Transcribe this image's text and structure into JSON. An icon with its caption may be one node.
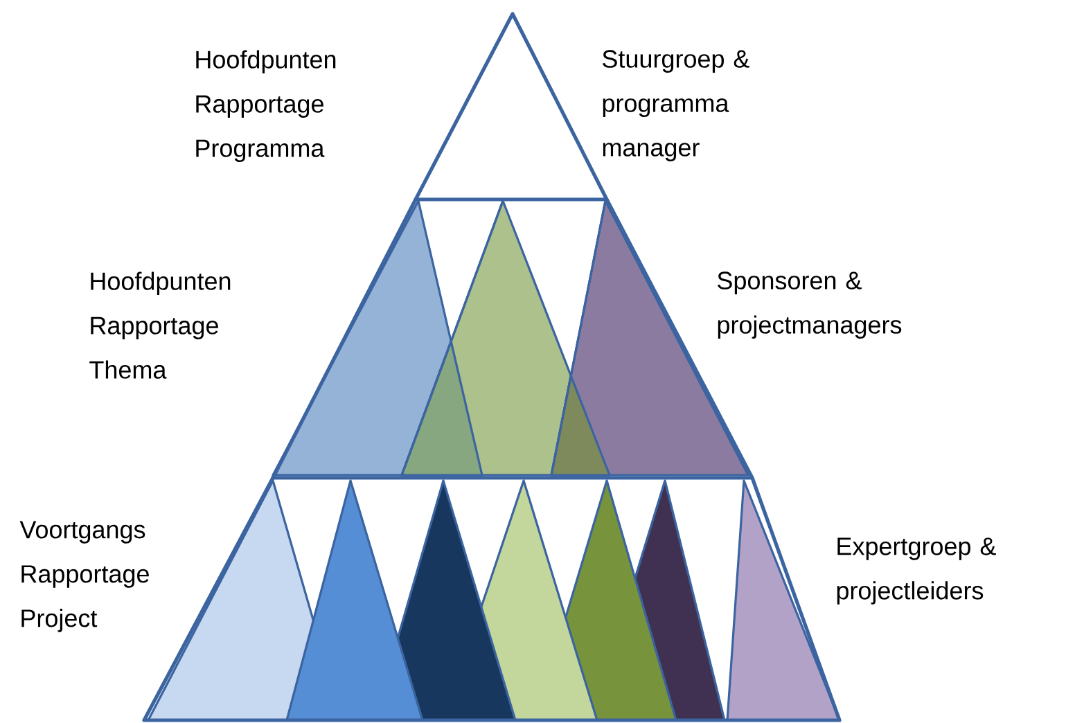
{
  "diagram": {
    "labels": [
      "Hoofdpunten Rapportage Programma",
      "Stuurgroep & programma manager",
      "Hoofdpunten Rapportage Thema",
      "Sponsoren & projectmanagers",
      "Voortgangs Rapportage Project",
      "Expertgroep & projectleiders"
    ]
  }
}
